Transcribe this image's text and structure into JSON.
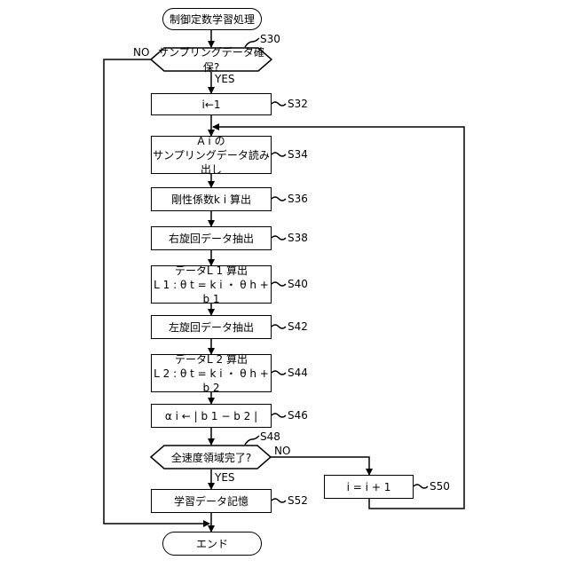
{
  "nodes": {
    "start": "制御定数学習処理",
    "s30": "サンプリングデータ確保?",
    "s32": "i←1",
    "s34_line1": "A i の",
    "s34_line2": "サンプリングデータ読み出し",
    "s36": "剛性係数k i 算出",
    "s38": "右旋回データ抽出",
    "s40_line1": "データL 1 算出",
    "s40_line2": "L 1 : θ t = k i ・ θ h + b 1",
    "s42": "左旋回データ抽出",
    "s44_line1": "データL 2 算出",
    "s44_line2": "L 2 : θ t = k i ・ θ h + b 2",
    "s46": "α i ← | b 1 − b 2 |",
    "s48": "全速度領域完了?",
    "s50": "i = i + 1",
    "s52": "学習データ記憶",
    "end": "エンド"
  },
  "step_labels": {
    "s30": "S30",
    "s32": "S32",
    "s34": "S34",
    "s36": "S36",
    "s38": "S38",
    "s40": "S40",
    "s42": "S42",
    "s44": "S44",
    "s46": "S46",
    "s48": "S48",
    "s50": "S50",
    "s52": "S52"
  },
  "edge_labels": {
    "s30_no": "NO",
    "s30_yes": "YES",
    "s48_no": "NO",
    "s48_yes": "YES"
  }
}
